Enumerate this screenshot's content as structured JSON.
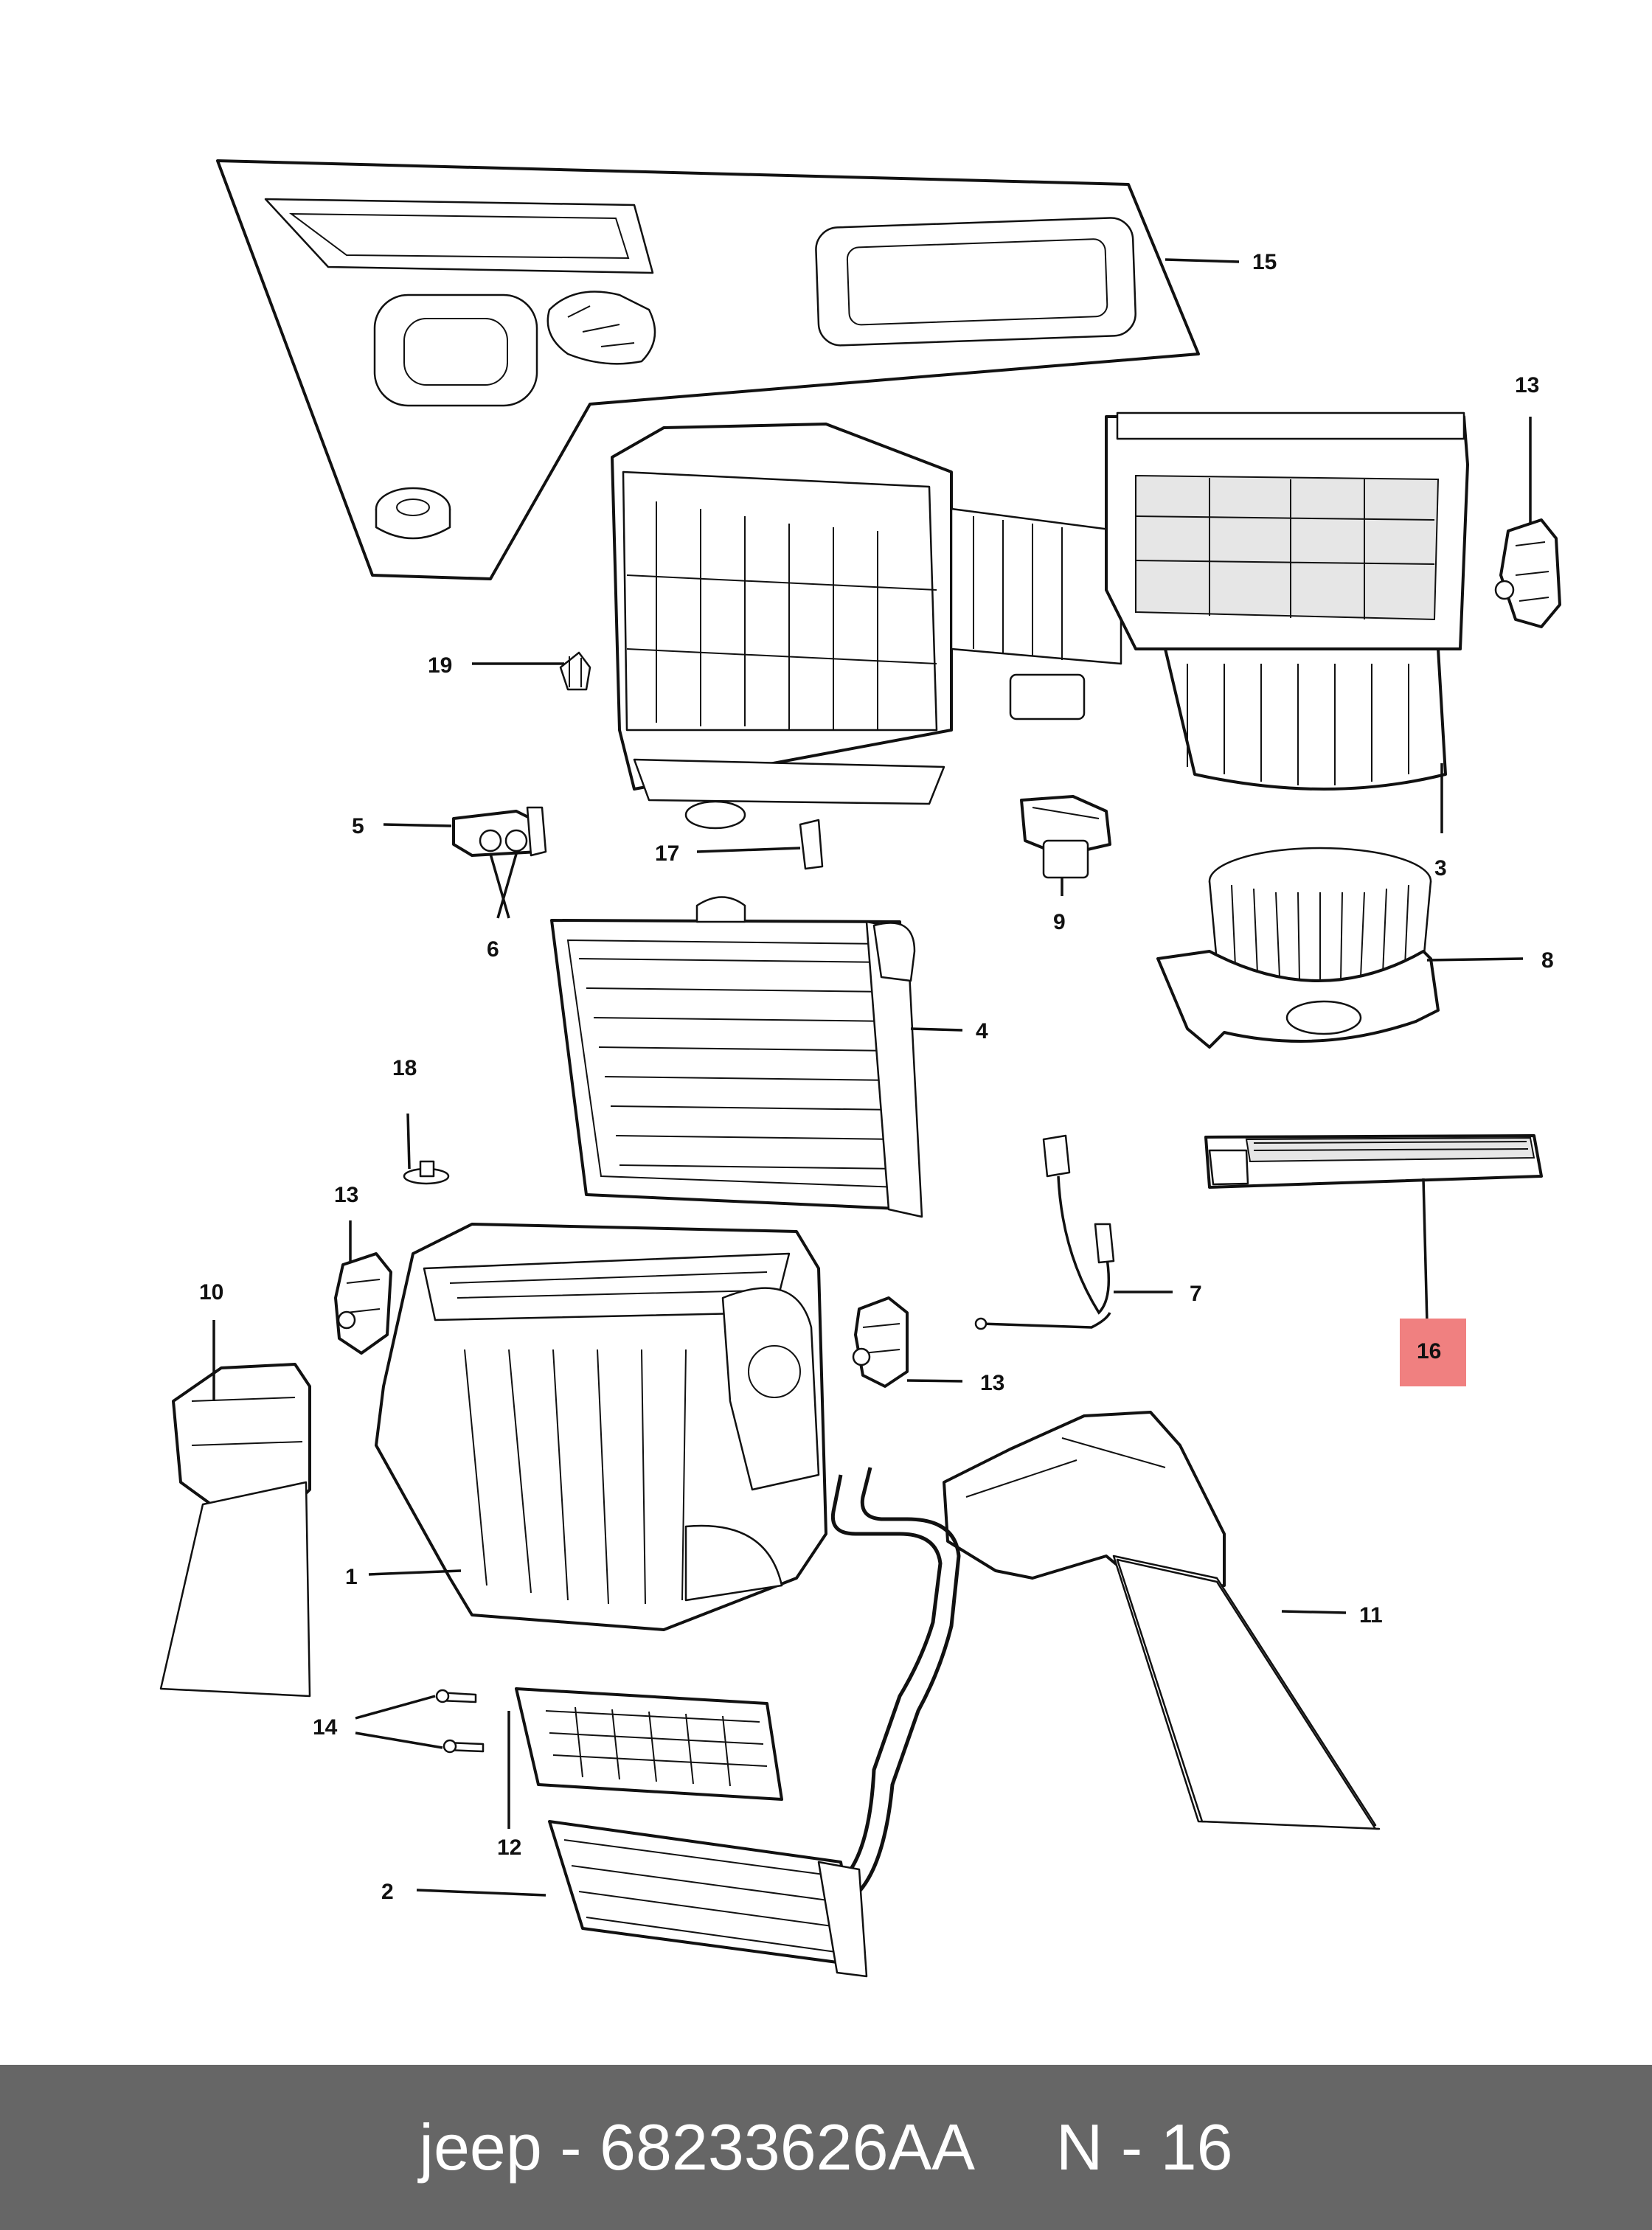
{
  "callouts": {
    "c1": "1",
    "c2": "2",
    "c3": "3",
    "c4": "4",
    "c5": "5",
    "c6": "6",
    "c7": "7",
    "c8": "8",
    "c9": "9",
    "c10": "10",
    "c11": "11",
    "c12": "12",
    "c13a": "13",
    "c13b": "13",
    "c13c": "13",
    "c14": "14",
    "c15": "15",
    "c16": "16",
    "c17": "17",
    "c18": "18",
    "c19": "19"
  },
  "highlight": {
    "part": "16",
    "color": "#f08080"
  },
  "footer": {
    "brand_part": "jeep - 68233626AA",
    "ref": "N - 16",
    "background": "#666666"
  }
}
